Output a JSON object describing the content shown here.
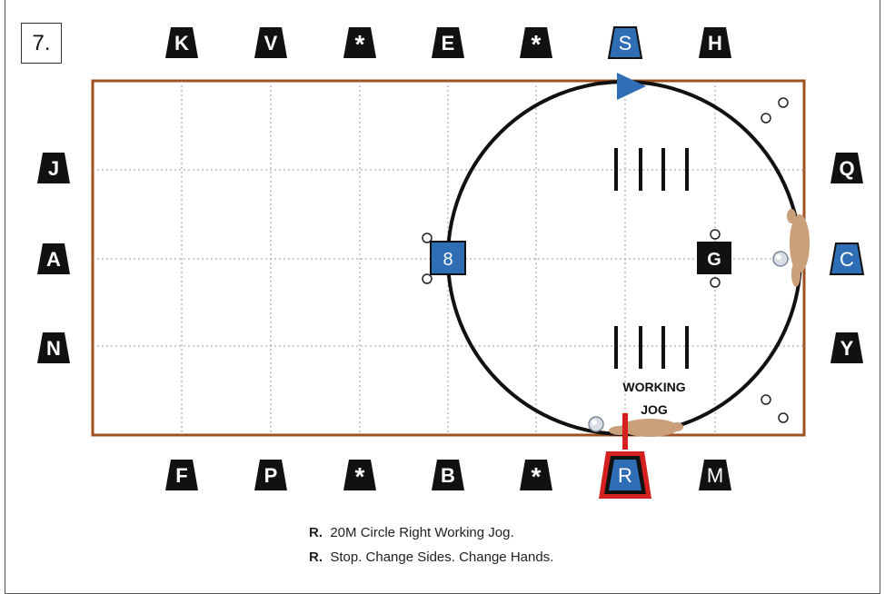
{
  "pattern_number": "7.",
  "markers": {
    "top": [
      "K",
      "V",
      "*",
      "E",
      "*",
      "S",
      "H"
    ],
    "bottom": [
      "F",
      "P",
      "*",
      "B",
      "*",
      "R",
      "M"
    ],
    "left": [
      "J",
      "A",
      "N"
    ],
    "right": [
      "Q",
      "C",
      "Y"
    ],
    "center_left": "8",
    "center_right": "G"
  },
  "gait_label": {
    "line1": "WORKING",
    "line2": "JOG"
  },
  "instructions": [
    {
      "letter": "R.",
      "text": "20M Circle Right Working Jog."
    },
    {
      "letter": "R.",
      "text": "Stop. Change Sides. Change Hands."
    }
  ],
  "colors": {
    "arena_border": "#a0501e",
    "marker_black": "#111111",
    "marker_blue": "#2f6db5",
    "marker_red": "#d4201e",
    "horse": "#c9a07a",
    "circle_path": "#111111",
    "arrow": "#2f6db5"
  }
}
